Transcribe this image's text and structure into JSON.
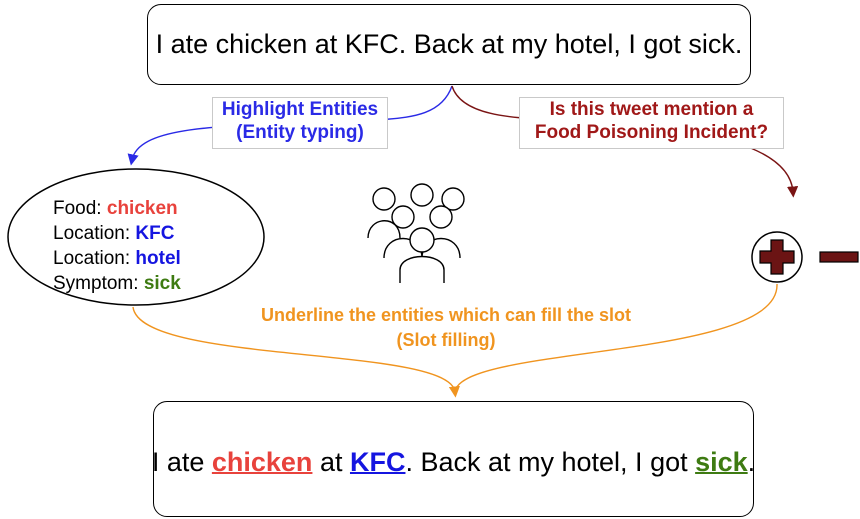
{
  "top_box": {
    "sentence": "I ate chicken at KFC. Back at my hotel, I got sick."
  },
  "label_entity": {
    "line1": "Highlight Entities",
    "line2": "(Entity typing)"
  },
  "label_question": {
    "line1": "Is this tweet mention a",
    "line2": "Food Poisoning Incident?"
  },
  "entities": [
    {
      "type": "Food: ",
      "value": "chicken",
      "color": "#e8423c"
    },
    {
      "type": "Location: ",
      "value": "KFC",
      "color": "#1515e0"
    },
    {
      "type": "Location: ",
      "value": "hotel",
      "color": "#1515e0"
    },
    {
      "type": "Symptom: ",
      "value": "sick",
      "color": "#3e7b12"
    }
  ],
  "slot_filling": {
    "line1": "Underline the entities which can fill the slot",
    "line2": "(Slot filling)"
  },
  "bottom_box": {
    "p1": "I ate ",
    "food": "chicken",
    "p2": " at ",
    "location": "KFC",
    "p3": ". Back at my hotel, I got ",
    "symptom": "sick",
    "p4": "."
  },
  "icons": {
    "crowd": "crowd-icon",
    "plus": "plus-sign-icon",
    "minus": "minus-sign-icon"
  },
  "colors": {
    "arrow_blue": "#2a2ae6",
    "arrow_red": "#7a1414",
    "arrow_orange": "#f0941f",
    "plus_fill": "#6b1414"
  }
}
